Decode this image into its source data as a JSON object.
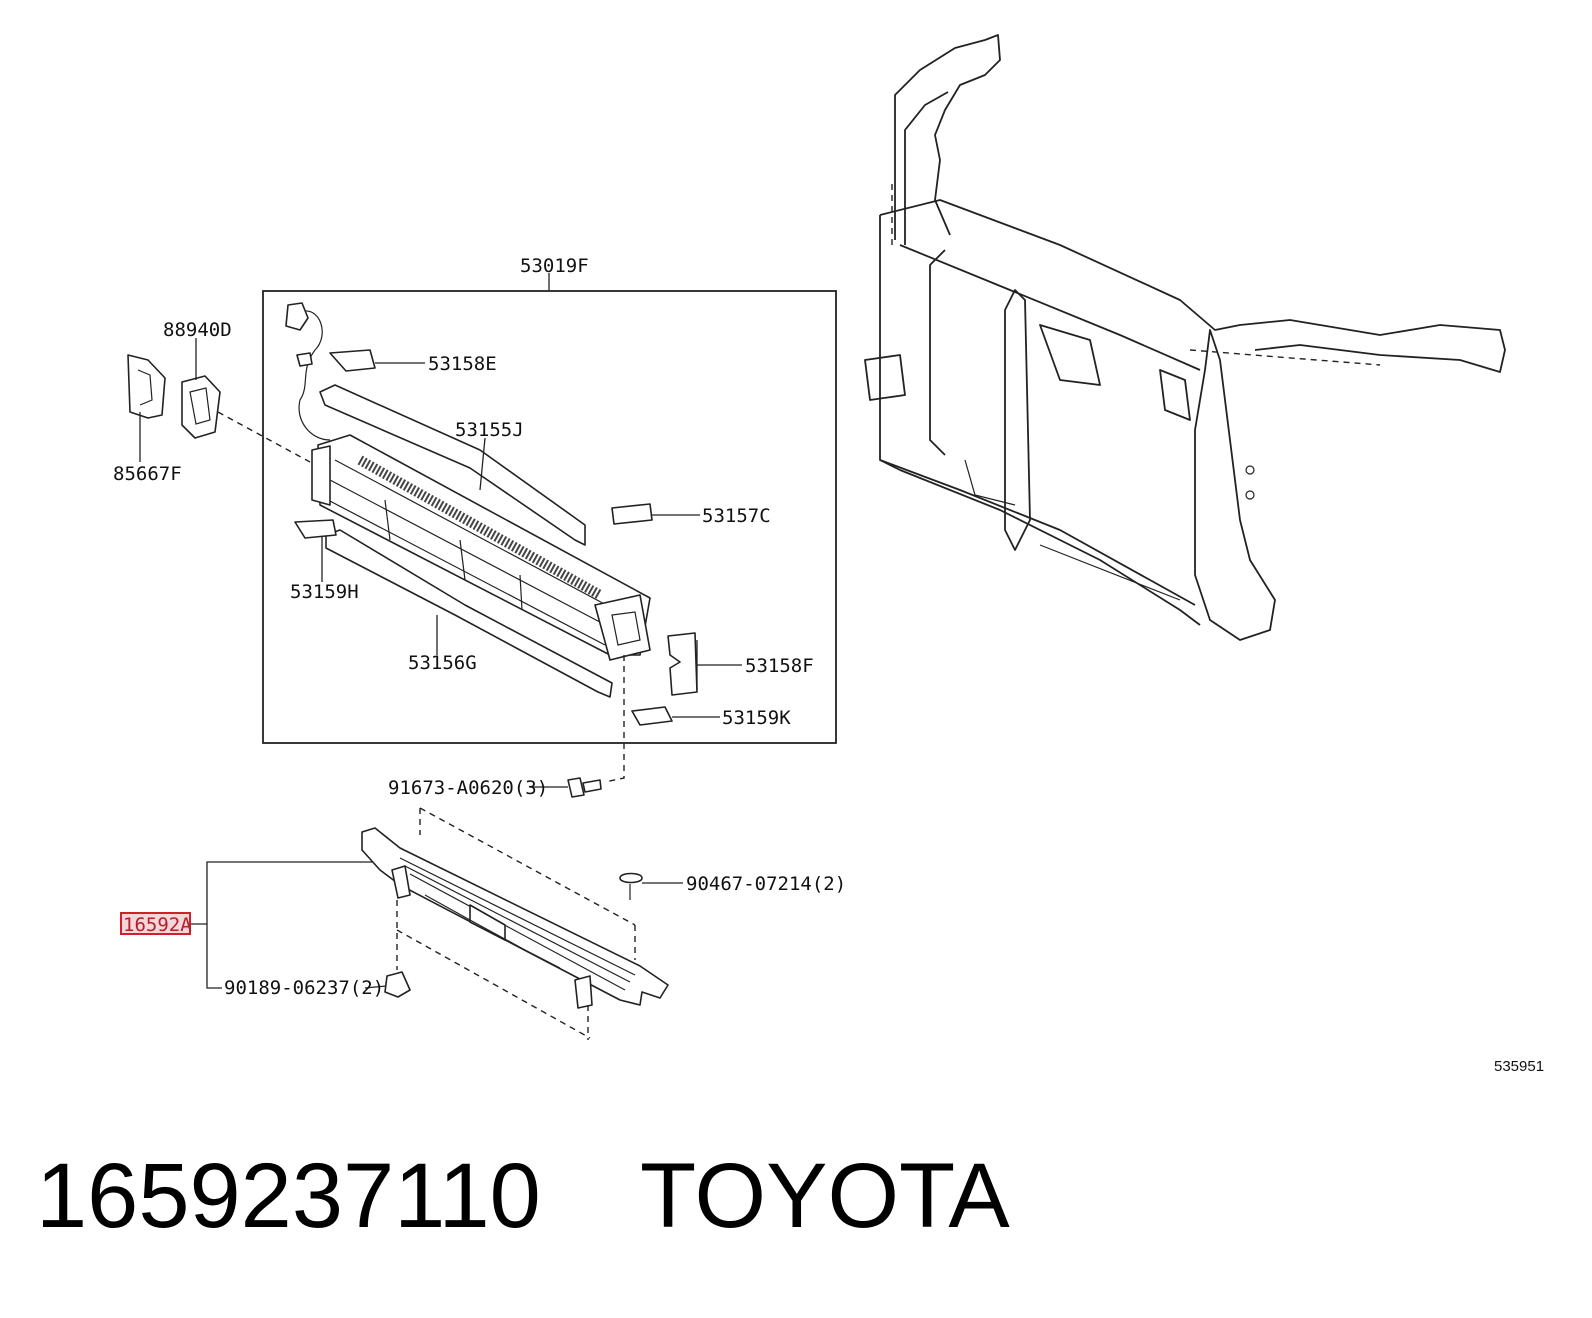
{
  "callouts": {
    "assembly": "53019F",
    "p53158E": "53158E",
    "p53155J": "53155J",
    "p53157C": "53157C",
    "p53159H": "53159H",
    "p53156G": "53156G",
    "p53158F": "53158F",
    "p53159K": "53159K",
    "p88940D": "88940D",
    "p85667F": "85667F",
    "bolt": "91673-A0620(3)",
    "clip": "90467-07214(2)",
    "nut": "90189-06237(2)",
    "highlighted": "16592A"
  },
  "diagram_id": "535951",
  "footer": {
    "part_number": "1659237110",
    "brand": "TOYOTA"
  },
  "colors": {
    "highlight_border": "#d0202a",
    "highlight_fill": "#f6d6d8"
  }
}
